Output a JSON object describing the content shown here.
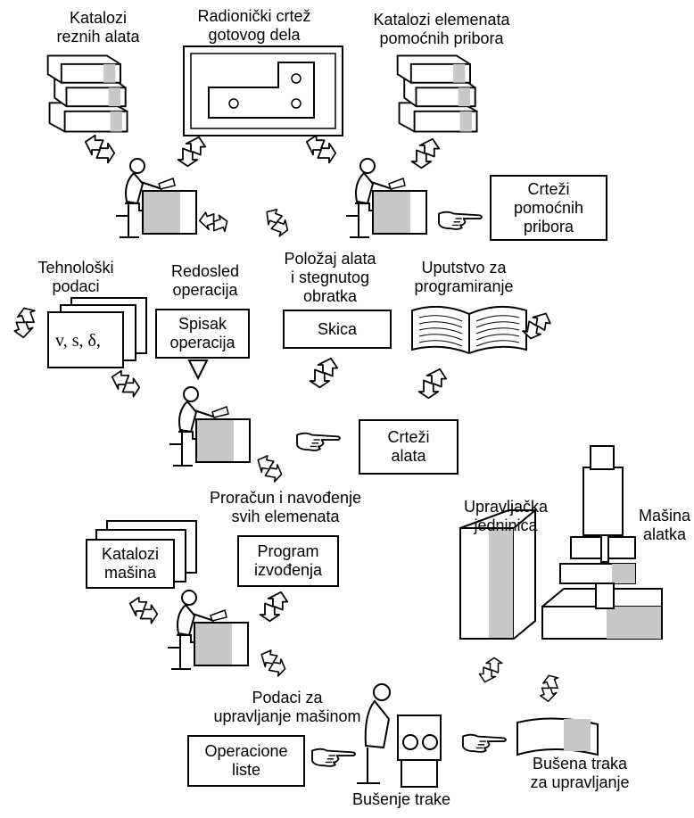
{
  "labels": {
    "katalozi_reznih_alata": [
      "Katalozi",
      "reznih alata"
    ],
    "radionicki_crtez": [
      "Radionički crtež",
      "gotovog dela"
    ],
    "katalozi_elemenata": [
      "Katalozi elemenata",
      "pomoćnih pribora"
    ],
    "tehnoloski_podaci": [
      "Tehnološki",
      "podaci"
    ],
    "redosled_operacija": [
      "Redosled",
      "operacija"
    ],
    "polozaj_alata": [
      "Položaj alata",
      "i stegnutog",
      "obratka"
    ],
    "uputstvo": [
      "Uputstvo za",
      "programiranje"
    ],
    "proracun": [
      "Proračun i navođenje",
      "svih elemenata"
    ],
    "upravljacka_jedinica": [
      "Upravljačka",
      "jedninica"
    ],
    "masina_alatka": [
      "Mašina",
      "alatka"
    ],
    "podaci_za_upravljanje": [
      "Podaci za",
      "upravljanje mašinom"
    ],
    "busena_traka": [
      "Bušena traka",
      "za upravljanje"
    ],
    "busenje_trake": [
      "Bušenje trake"
    ]
  },
  "boxes": {
    "crtezi_pomocnih_pribora": [
      "Crteži",
      "pomoćnih",
      "pribora"
    ],
    "spisak_operacija": [
      "Spisak",
      "operacija"
    ],
    "skica": [
      "Skica"
    ],
    "crtezi_alata": [
      "Crteži",
      "alata"
    ],
    "katalozi_masina": [
      "Katalozi",
      "mašina"
    ],
    "program_izvodjenja": [
      "Program",
      "izvođenja"
    ],
    "operacione_liste": [
      "Operacione",
      "liste"
    ]
  },
  "symbols": {
    "tech_params": "v, s, δ,"
  },
  "colors": {
    "line": "#000000",
    "shade": "#c8c8c8",
    "background": "#ffffff"
  }
}
